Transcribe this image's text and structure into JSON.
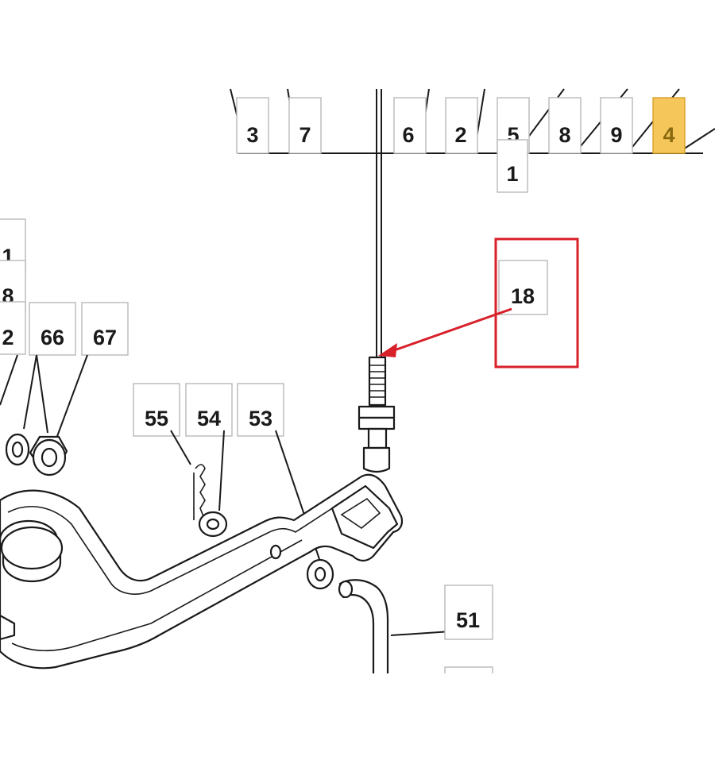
{
  "highlight_color": "#f5c75a",
  "callout_color": "#d8202a",
  "callouts": {
    "c3": "3",
    "c7": "7",
    "c6": "6",
    "c2": "2",
    "c5": "5",
    "c8": "8",
    "c9": "9",
    "c4": "4",
    "c1_top": "1",
    "c18": "18",
    "c1_left": "1",
    "c8_left": "8",
    "c2_left": "2",
    "c66": "66",
    "c67": "67",
    "c55": "55",
    "c54": "54",
    "c53": "53",
    "c51": "51"
  }
}
